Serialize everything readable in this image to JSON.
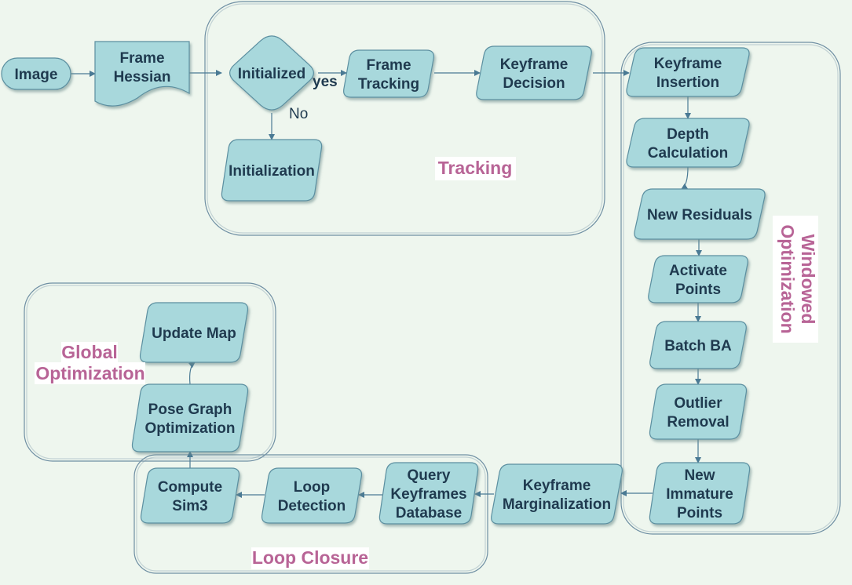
{
  "colors": {
    "background": "#eef6ee",
    "node_fill": "#a8d8dc",
    "node_stroke": "#5b8fa0",
    "edge": "#4a7a94",
    "group_border": "#6f8fa3",
    "group_title": "#b86496",
    "text": "#1f3a4f"
  },
  "groups": {
    "tracking": "Tracking",
    "windowed": [
      "Windowed",
      "Optimization"
    ],
    "global": [
      "Global",
      "Optimization"
    ],
    "loop": "Loop Closure"
  },
  "nodes": {
    "image": [
      "Image"
    ],
    "frame_hessian": [
      "Frame",
      "Hessian"
    ],
    "initialized": [
      "Initialized"
    ],
    "initialization": [
      "Initialization"
    ],
    "frame_tracking": [
      "Frame",
      "Tracking"
    ],
    "keyframe_decision": [
      "Keyframe",
      "Decision"
    ],
    "keyframe_insertion": [
      "Keyframe",
      "Insertion"
    ],
    "depth_calculation": [
      "Depth",
      "Calculation"
    ],
    "new_residuals": [
      "New Residuals"
    ],
    "activate_points": [
      "Activate",
      "Points"
    ],
    "batch_ba": [
      "Batch BA"
    ],
    "outlier_removal": [
      "Outlier",
      "Removal"
    ],
    "new_immature_points": [
      "New",
      "Immature",
      "Points"
    ],
    "keyframe_marginalization": [
      "Keyframe",
      "Marginalization"
    ],
    "query_keyframes_database": [
      "Query",
      "Keyframes",
      "Database"
    ],
    "loop_detection": [
      "Loop",
      "Detection"
    ],
    "compute_sim3": [
      "Compute",
      "Sim3"
    ],
    "pose_graph_optimization": [
      "Pose Graph",
      "Optimization"
    ],
    "update_map": [
      "Update Map"
    ]
  },
  "edge_labels": {
    "yes": "yes",
    "no": "No"
  }
}
